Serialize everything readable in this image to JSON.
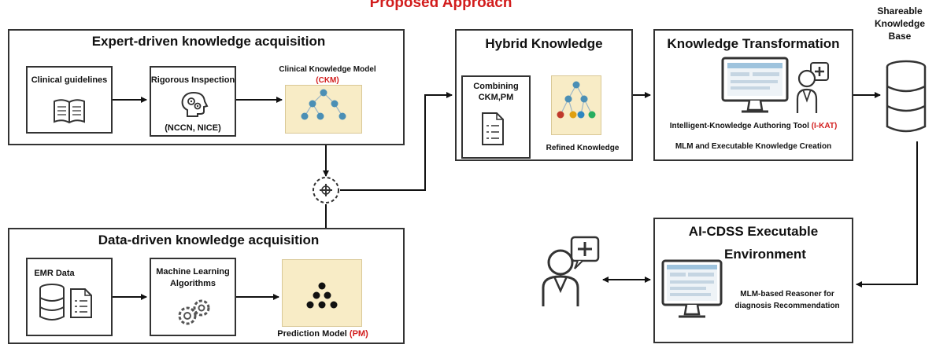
{
  "header": {
    "title": "Proposed Approach"
  },
  "expert": {
    "title": "Expert-driven knowledge acquisition",
    "guidelines_label": "Clinical guidelines",
    "inspection_label": "Rigorous Inspection",
    "inspection_sub": "(NCCN, NICE)",
    "ckm_label": "Clinical Knowledge Model",
    "ckm_abbr": "(CKM)"
  },
  "data_driven": {
    "title": "Data-driven knowledge acquisition",
    "emr_label": "EMR Data",
    "ml_label_1": "Machine Learning",
    "ml_label_2": "Algorithms",
    "pm_label": "Prediction Model",
    "pm_abbr": "(PM)"
  },
  "hybrid": {
    "title": "Hybrid Knowledge",
    "combining_1": "Combining",
    "combining_2": "CKM,PM",
    "refined_label": "Refined Knowledge"
  },
  "transformation": {
    "title": "Knowledge Transformation",
    "tool_label": "Intelligent-Knowledge Authoring Tool",
    "tool_abbr": "(I-KAT)",
    "mlm_label": "MLM and Executable Knowledge Creation"
  },
  "kb": {
    "line1": "Shareable",
    "line2": "Knowledge",
    "line3": "Base"
  },
  "cdss": {
    "title_1": "AI-CDSS Executable",
    "title_2": "Environment",
    "reasoner_1": "MLM-based Reasoner for",
    "reasoner_2": "diagnosis Recommendation"
  },
  "colors": {
    "accent_red": "#d21d1d",
    "cream": "#f8ecc6",
    "dot_blue": "#4b8fb5"
  },
  "icons": [
    "book-icon",
    "brain-gears-icon",
    "tree-model-icon",
    "database-icon",
    "document-list-icon",
    "gears-icon",
    "pyramid-model-icon",
    "monitor-icon",
    "doctor-icon",
    "plus-circle-icon"
  ]
}
